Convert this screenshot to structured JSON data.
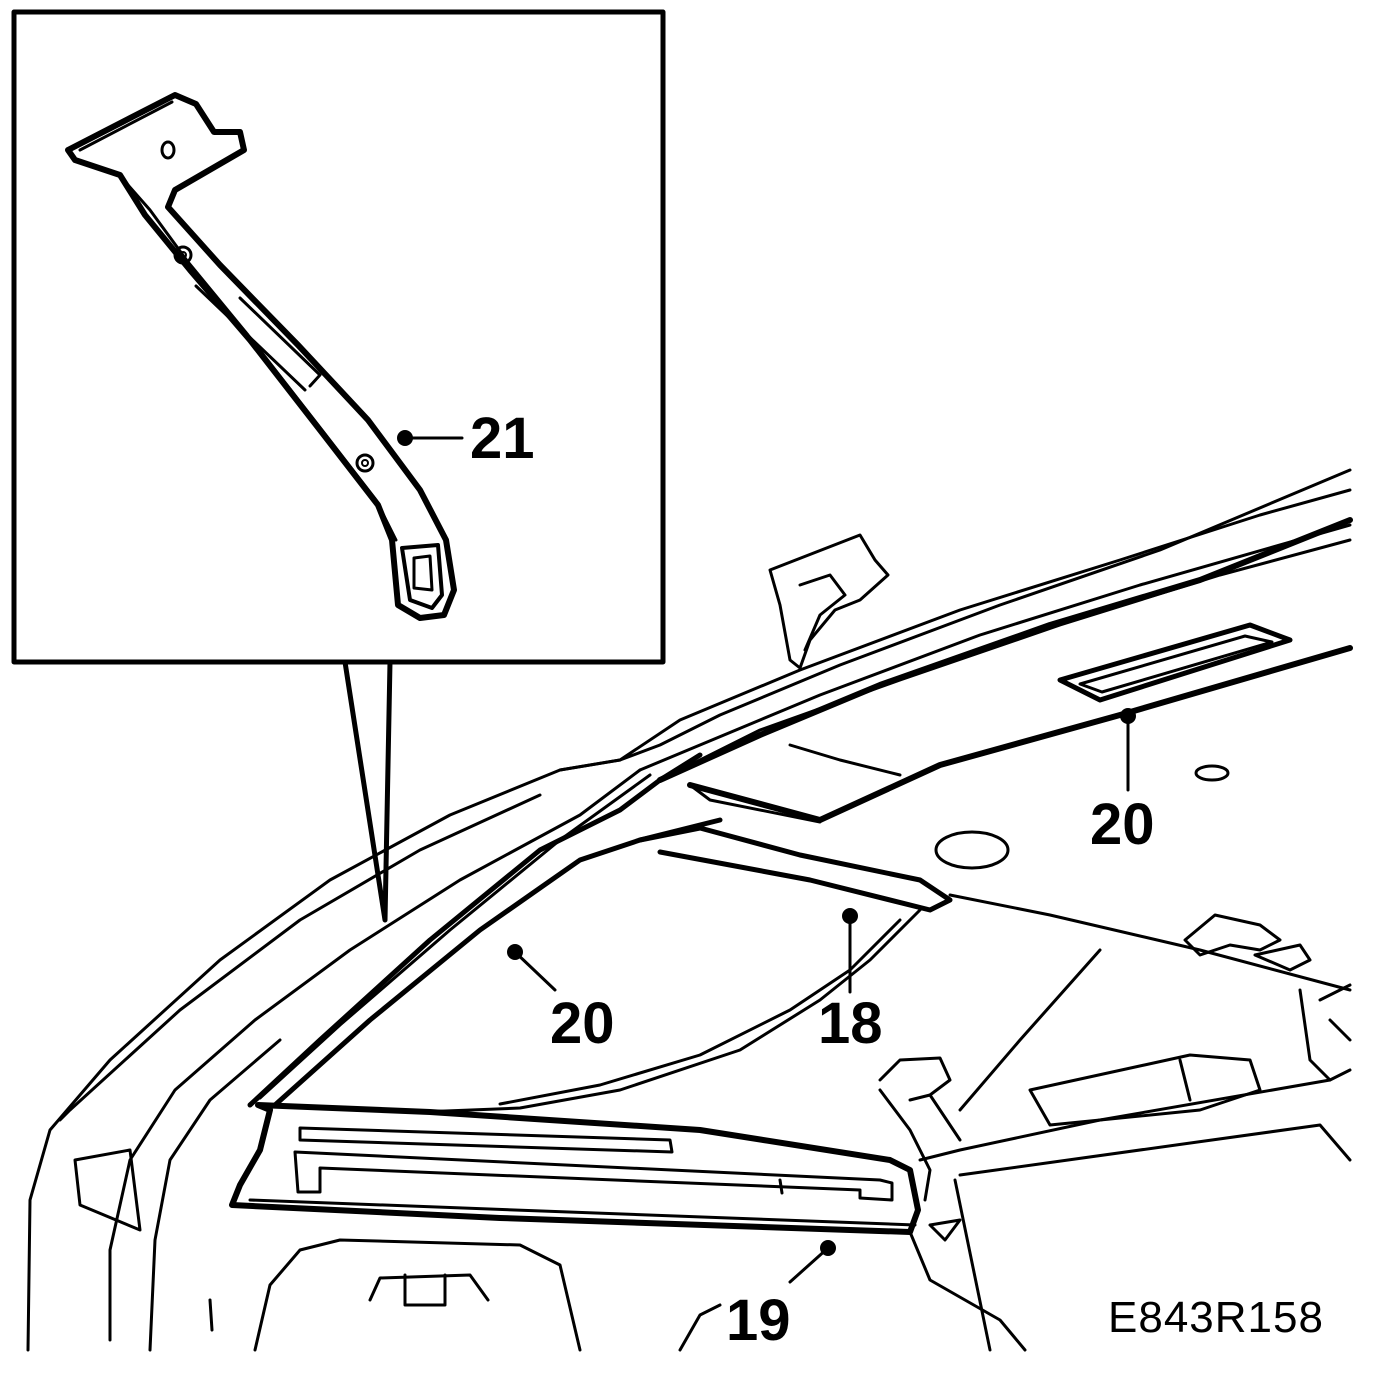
{
  "callouts": {
    "c21": "21",
    "c20_roof": "20",
    "c20_window": "20",
    "c18": "18",
    "c19": "19"
  },
  "figure_ref": "E843R158"
}
